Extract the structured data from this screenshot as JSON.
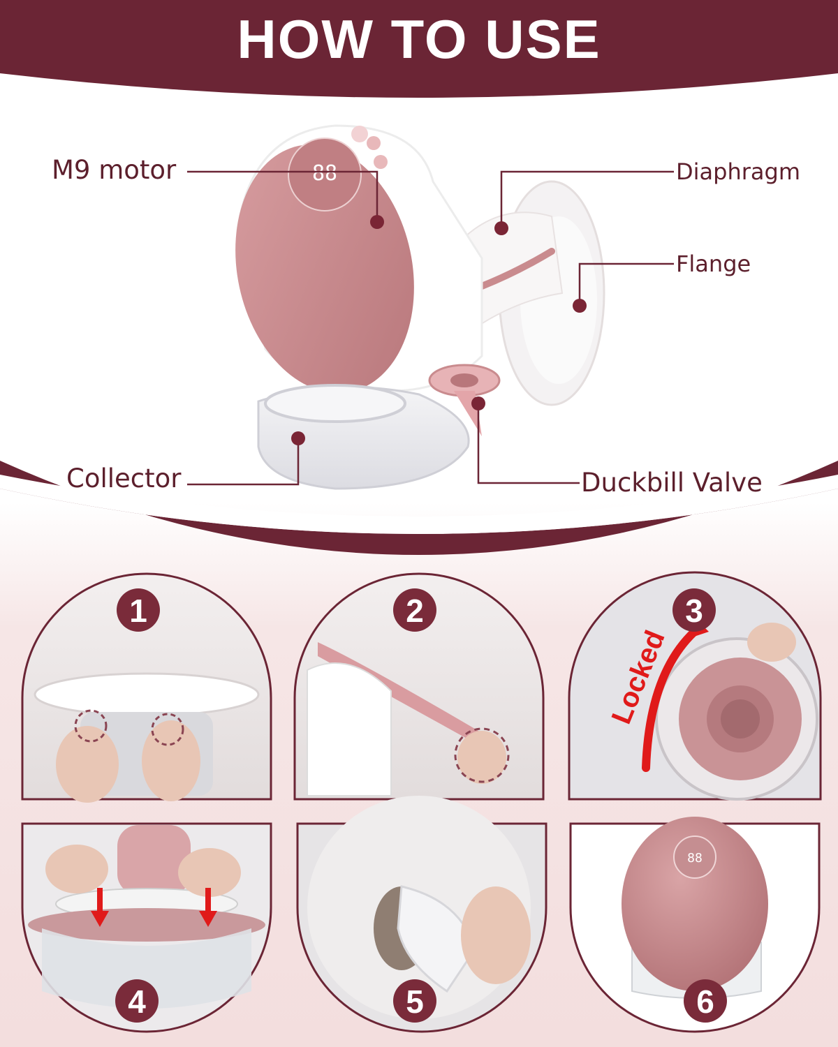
{
  "title": "HOW TO USE",
  "colors": {
    "header": "#6b2535",
    "accent_text": "#5c1f2c",
    "pump_body": "#c98b8e",
    "step_badge": "#7a2b3a",
    "panel_bg": "#f7f4f4"
  },
  "parts": {
    "motor": "M9 motor",
    "diaphragm": "Diaphragm",
    "flange": "Flange",
    "collector": "Collector",
    "valve": "Duckbill Valve"
  },
  "steps": [
    {
      "number": "1"
    },
    {
      "number": "2"
    },
    {
      "number": "3",
      "note": "Locked"
    },
    {
      "number": "4"
    },
    {
      "number": "5"
    },
    {
      "number": "6"
    }
  ],
  "display_reading": "88"
}
